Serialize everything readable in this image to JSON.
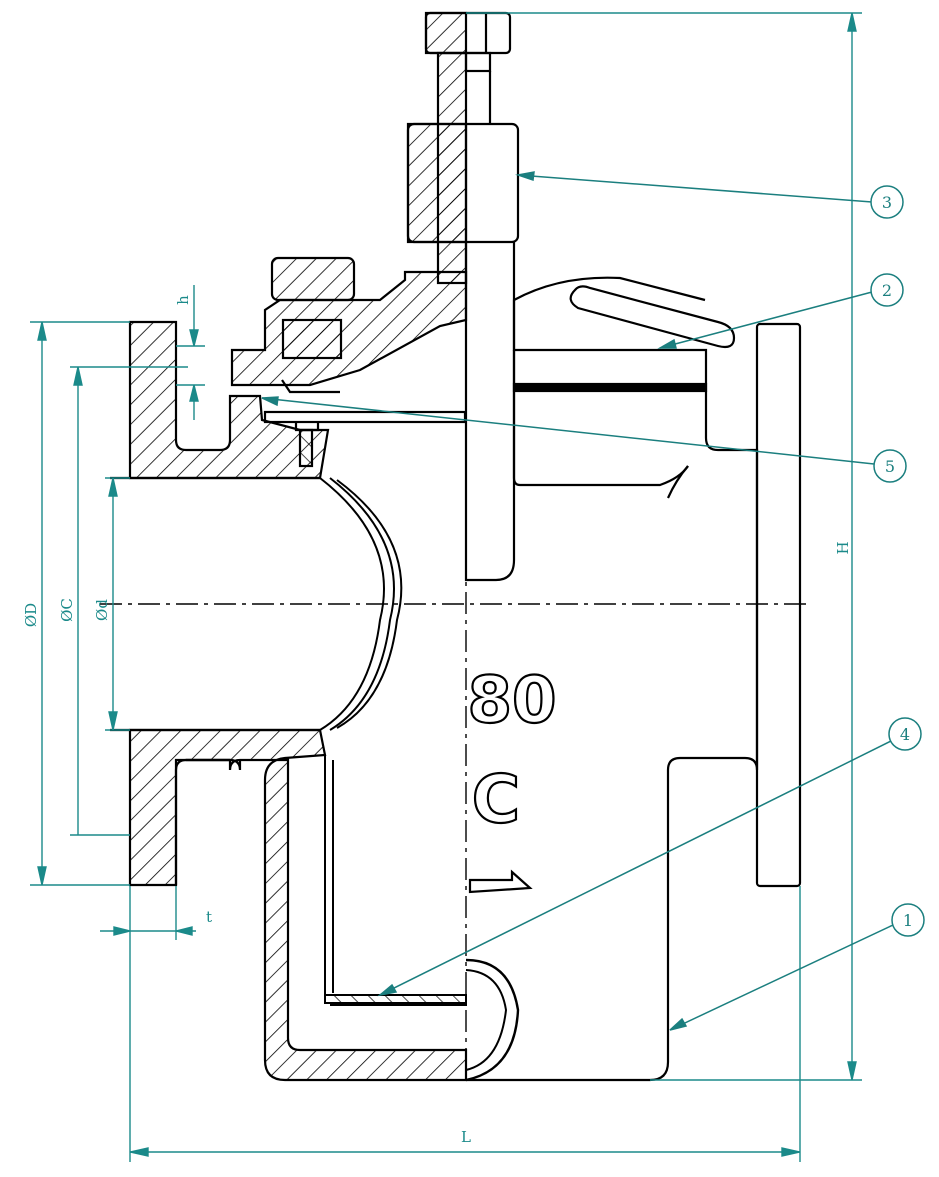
{
  "colors": {
    "outline": "#000000",
    "dimension": "#1b8a8a",
    "hatch": "#000000",
    "background": "#ffffff"
  },
  "dimensions": {
    "phi_D": "ØD",
    "phi_C": "ØC",
    "phi_d": "Ød",
    "h": "h",
    "t": "t",
    "L": "L",
    "H": "H"
  },
  "balloons": {
    "b1": "1",
    "b2": "2",
    "b3": "3",
    "b4": "4",
    "b5": "5"
  },
  "casting": {
    "size": "80",
    "letter": "C"
  },
  "icons": {
    "flow_arrow": "flow-direction-arrow-icon"
  }
}
